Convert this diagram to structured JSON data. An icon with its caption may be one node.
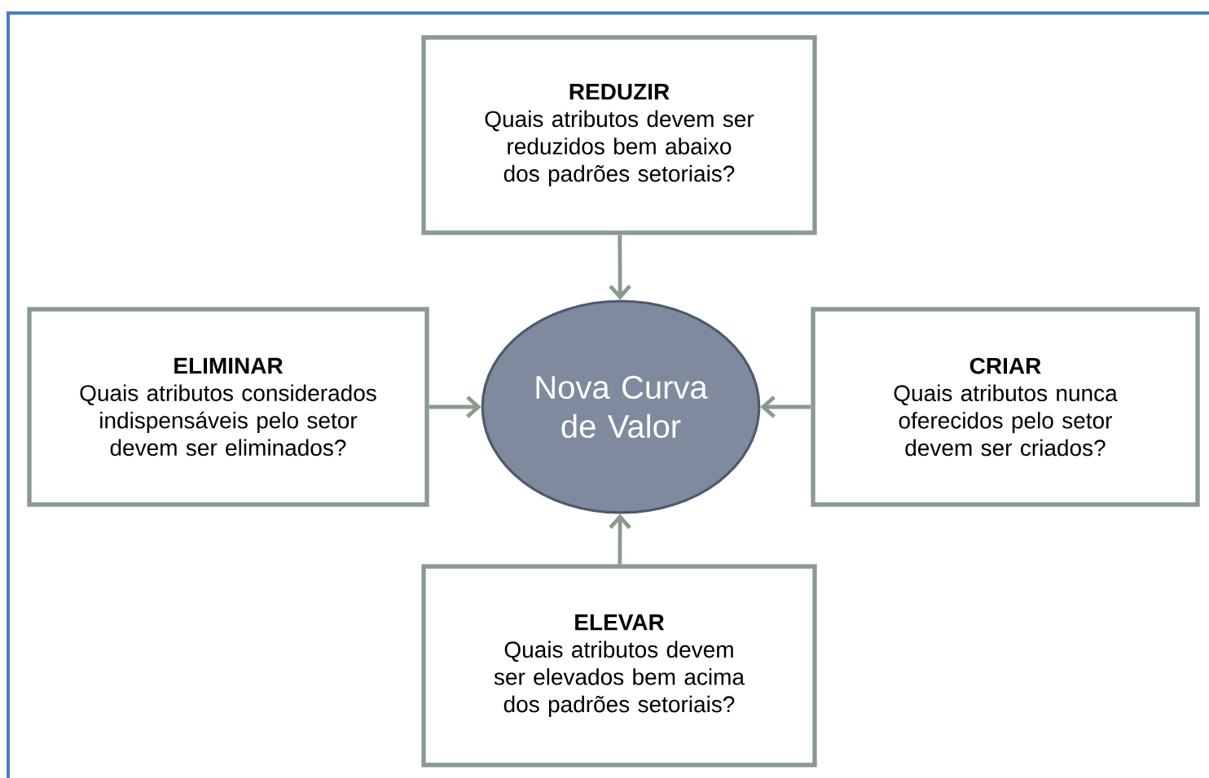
{
  "diagram": {
    "nodes": [
      {
        "text": [
          "REDUZIR",
          "Quais atributos devem ser reduzidos bem abaixo dos padrões setoriais?"
        ]
      },
      {
        "text": [
          "ELIMINAR",
          "Quais atributos considerados indispensáveis pelo setor devem ser eliminados?"
        ]
      },
      {
        "text": [
          "Nova Curva de Valor"
        ]
      },
      {
        "text": [
          "CRIAR",
          "Quais atributos nunca oferecidos pelo setor devem ser criados?"
        ]
      },
      {
        "text": [
          "ELEVAR",
          "Quais atributos devem ser elevados bem acima dos padrões setoriais?"
        ]
      }
    ],
    "edges": [
      {
        "from": 0,
        "to": 2,
        "arrow": "to"
      },
      {
        "from": 1,
        "to": 2,
        "arrow": "to"
      },
      {
        "from": 3,
        "to": 2,
        "arrow": "to"
      },
      {
        "from": 4,
        "to": 2,
        "arrow": "to"
      }
    ]
  }
}
